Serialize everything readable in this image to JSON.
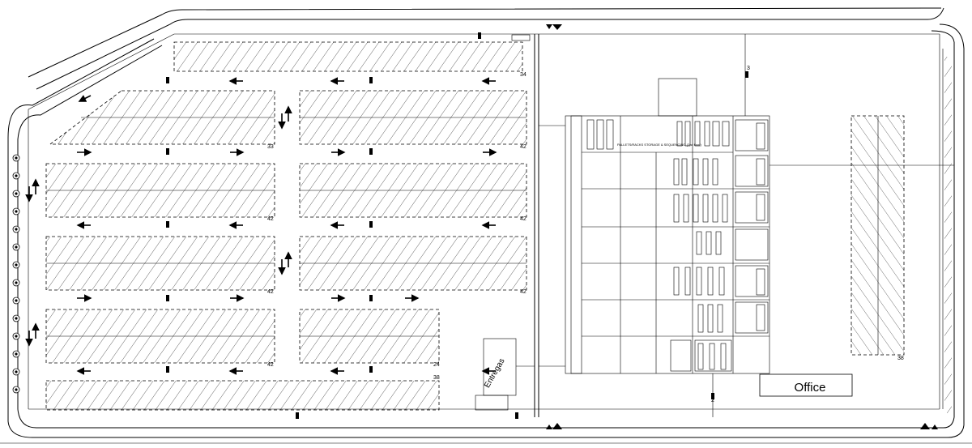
{
  "labels": {
    "office": "Office",
    "entregas": "Entregas",
    "storage_note": "PALLETS/RACKS STORAGE & SEQUENCING (2nd floor)"
  },
  "row_counts": [
    "34",
    "33",
    "42",
    "42",
    "42",
    "42",
    "42",
    "42",
    "24",
    "38",
    "38"
  ],
  "markers": {
    "door_north": "3",
    "door_south": "2"
  },
  "colors": {
    "line": "#000000",
    "background": "#ffffff"
  }
}
